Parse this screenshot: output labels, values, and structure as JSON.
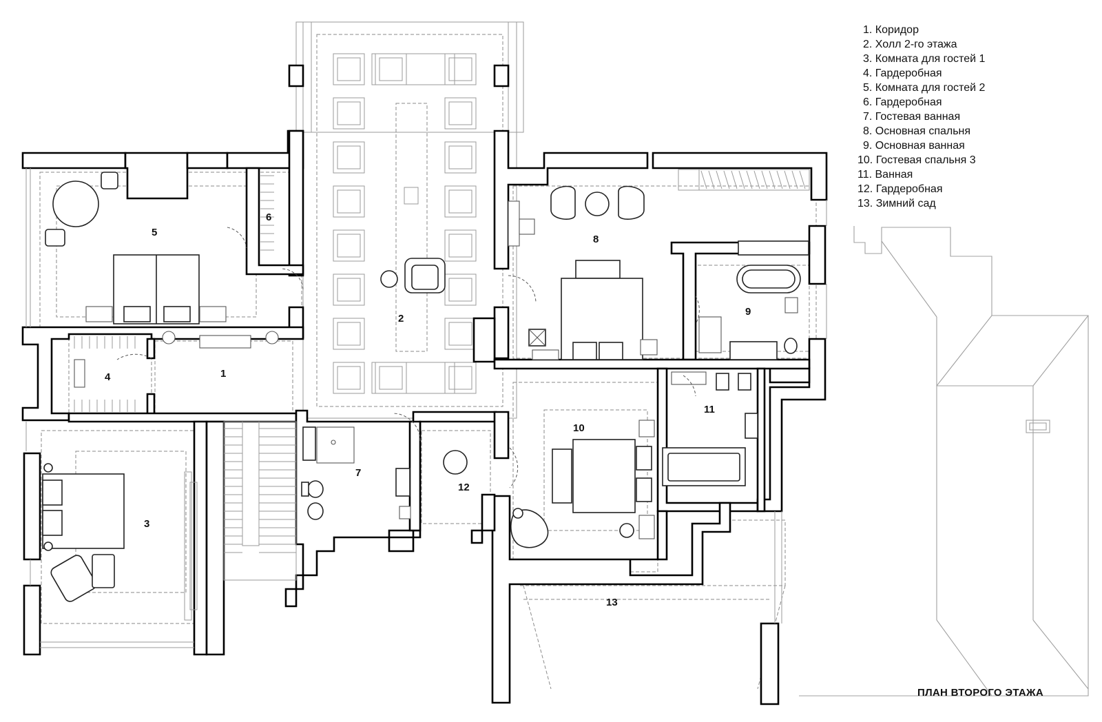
{
  "rooms": [
    {
      "num": "1"
    },
    {
      "num": "2"
    },
    {
      "num": "3"
    },
    {
      "num": "4"
    },
    {
      "num": "5"
    },
    {
      "num": "6"
    },
    {
      "num": "7"
    },
    {
      "num": "8"
    },
    {
      "num": "9"
    },
    {
      "num": "10"
    },
    {
      "num": "11"
    },
    {
      "num": "12"
    },
    {
      "num": "13"
    }
  ],
  "legend": [
    "1. Коридор",
    "2. Холл 2-го этажа",
    "3. Комната для гостей 1",
    "4. Гардеробная",
    "5. Комната для гостей 2",
    "6. Гардеробная",
    "7. Гостевая ванная",
    "8. Основная спальня",
    "9. Основная ванная",
    "10. Гостевая спальня 3",
    "11. Ванная",
    "12. Гардеробная",
    "13. Зимний сад"
  ],
  "title": "ПЛАН ВТОРОГО ЭТАЖА",
  "colors": {
    "walls": "#000000",
    "background": "#ffffff",
    "fixtures": "#8a8a8a"
  }
}
